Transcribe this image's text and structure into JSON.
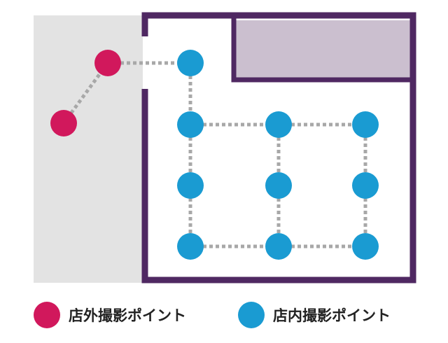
{
  "colors": {
    "outdoor_area": "#e3e3e3",
    "wall": "#4f2862",
    "room_block": "#cbbfcf",
    "outside_point": "#d1185c",
    "inside_point": "#1a9bd2",
    "path": "#a8a8a8"
  },
  "legend": {
    "outside_label": "店外撮影ポイント",
    "inside_label": "店内撮影ポイント"
  },
  "points": {
    "outside": [
      {
        "id": "o1",
        "col": 0,
        "row": 0
      },
      {
        "id": "o2",
        "col": 1,
        "row": 1
      }
    ],
    "inside": [
      {
        "id": "a",
        "col": 0,
        "row": 0
      },
      {
        "id": "b",
        "col": 0,
        "row": 1
      },
      {
        "id": "c",
        "col": 1,
        "row": 1
      },
      {
        "id": "d",
        "col": 2,
        "row": 1
      },
      {
        "id": "e",
        "col": 0,
        "row": 2
      },
      {
        "id": "f",
        "col": 1,
        "row": 2
      },
      {
        "id": "g",
        "col": 2,
        "row": 2
      },
      {
        "id": "h",
        "col": 0,
        "row": 3
      },
      {
        "id": "i",
        "col": 1,
        "row": 3
      },
      {
        "id": "j",
        "col": 2,
        "row": 3
      }
    ]
  },
  "connections": [
    [
      "o2",
      "o1"
    ],
    [
      "o1",
      "a"
    ],
    [
      "a",
      "b"
    ],
    [
      "b",
      "c"
    ],
    [
      "c",
      "d"
    ],
    [
      "b",
      "e"
    ],
    [
      "e",
      "h"
    ],
    [
      "h",
      "i"
    ],
    [
      "i",
      "j"
    ],
    [
      "c",
      "f"
    ],
    [
      "f",
      "i"
    ],
    [
      "d",
      "g"
    ],
    [
      "g",
      "j"
    ]
  ]
}
